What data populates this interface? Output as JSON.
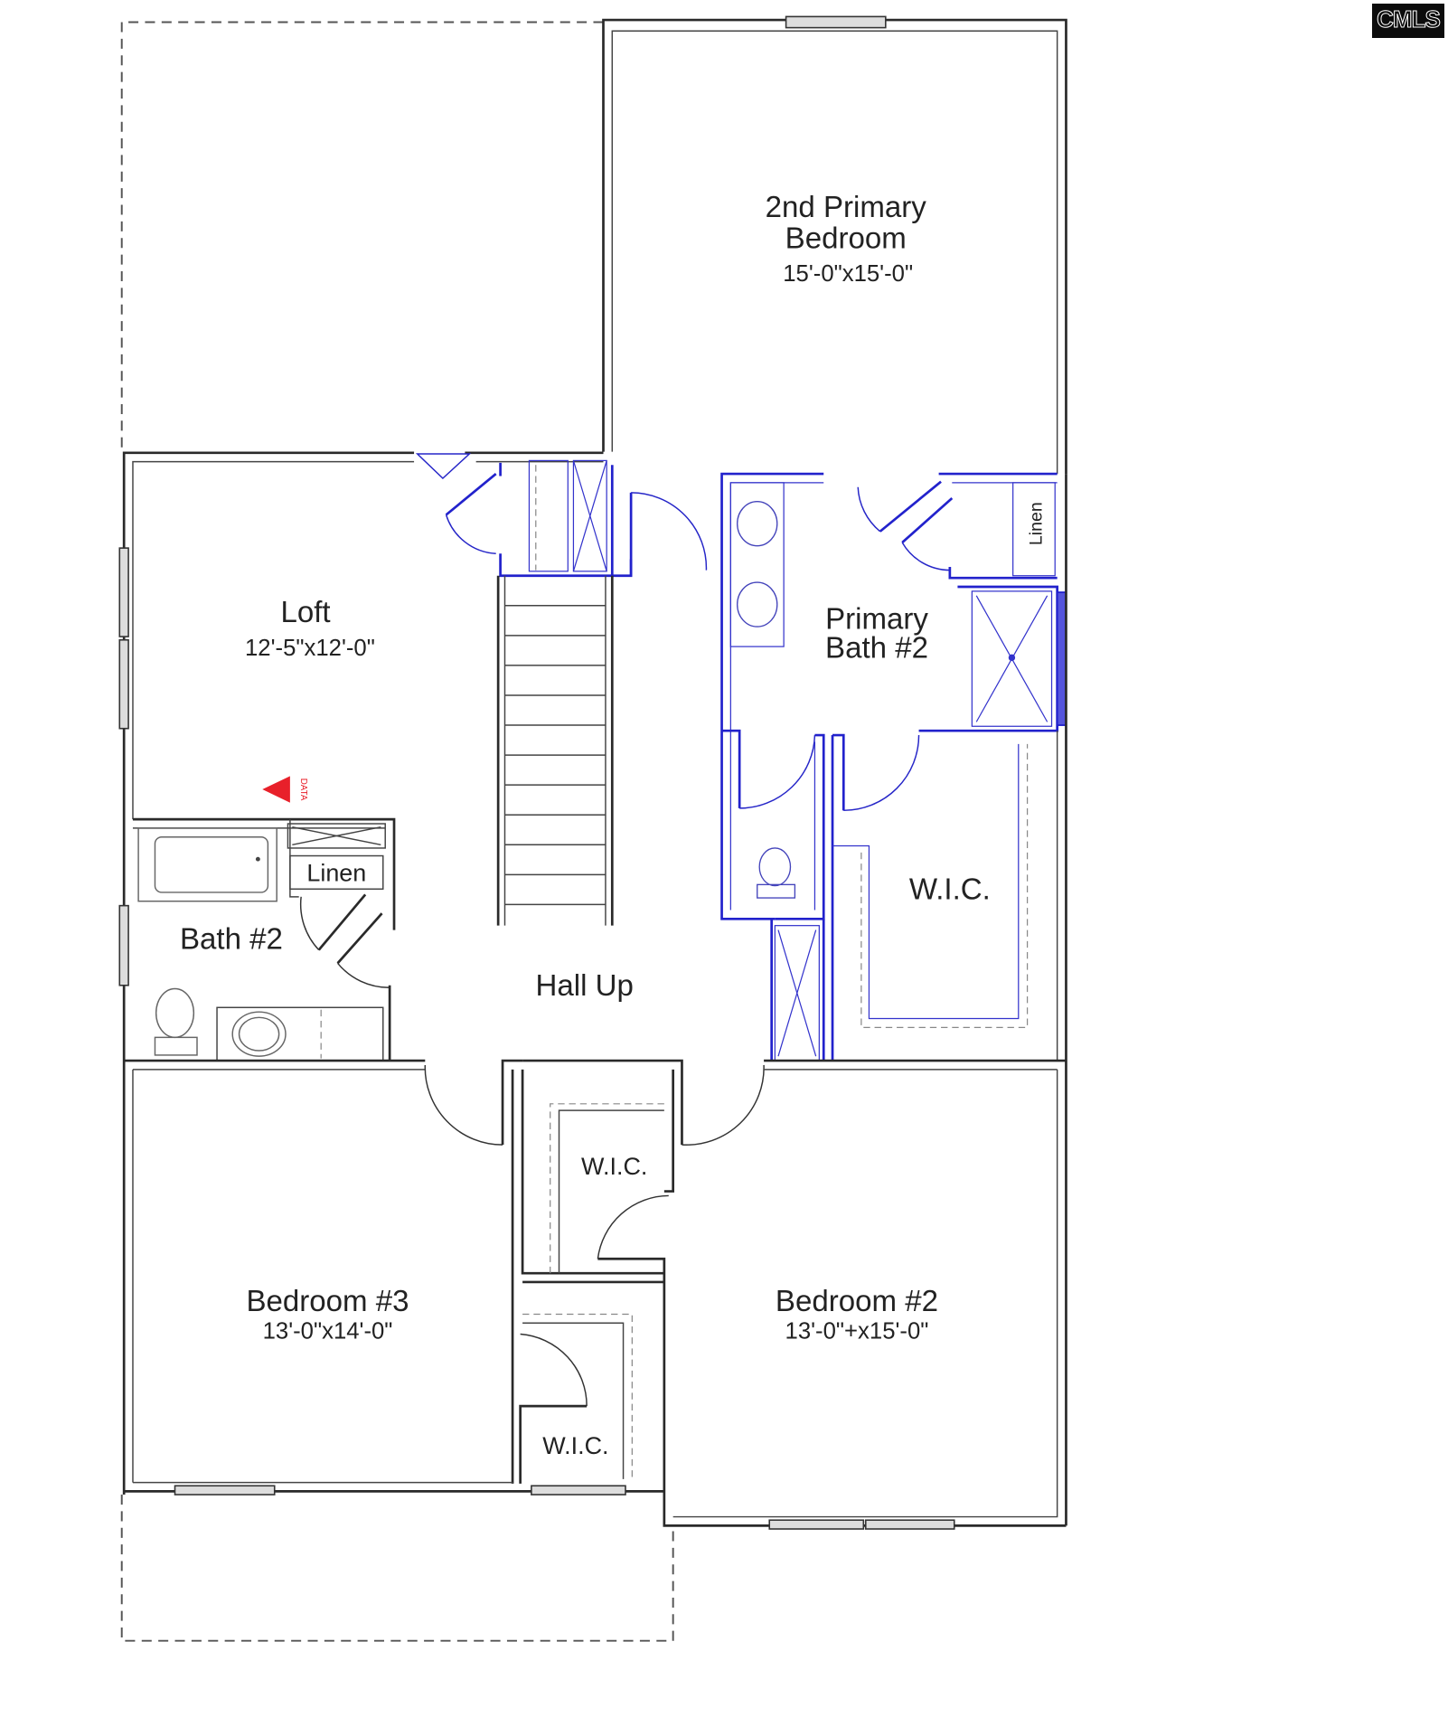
{
  "logo": {
    "text": "CMLS"
  },
  "floorplan": {
    "rooms": [
      {
        "id": "2nd-primary-bedroom",
        "name_line1": "2nd Primary",
        "name_line2": "Bedroom",
        "dimensions": "15'-0\"x15'-0\""
      },
      {
        "id": "loft",
        "name": "Loft",
        "dimensions": "12'-5\"x12'-0\""
      },
      {
        "id": "primary-bath-2",
        "name_line1": "Primary",
        "name_line2": "Bath #2"
      },
      {
        "id": "bath-2",
        "name": "Bath #2"
      },
      {
        "id": "hall",
        "name": "Hall Up"
      },
      {
        "id": "primary-wic",
        "name": "W.I.C."
      },
      {
        "id": "bedroom-3",
        "name": "Bedroom #3",
        "dimensions": "13'-0\"x14'-0\""
      },
      {
        "id": "bedroom-2",
        "name": "Bedroom #2",
        "dimensions": "13'-0\"+x15'-0\""
      },
      {
        "id": "wic-bedroom-2",
        "name": "W.I.C."
      },
      {
        "id": "wic-bedroom-3",
        "name": "W.I.C."
      }
    ],
    "closets": [
      {
        "id": "linen-primary-bath",
        "label": "Linen"
      },
      {
        "id": "linen-bath-2",
        "label": "Linen"
      }
    ],
    "markers": [
      {
        "id": "data-marker",
        "label": "DATA",
        "color": "#e8202a"
      }
    ],
    "colors": {
      "wall": "#2a2a2a",
      "primary_suite": "#2222cc",
      "background": "#ffffff"
    }
  }
}
